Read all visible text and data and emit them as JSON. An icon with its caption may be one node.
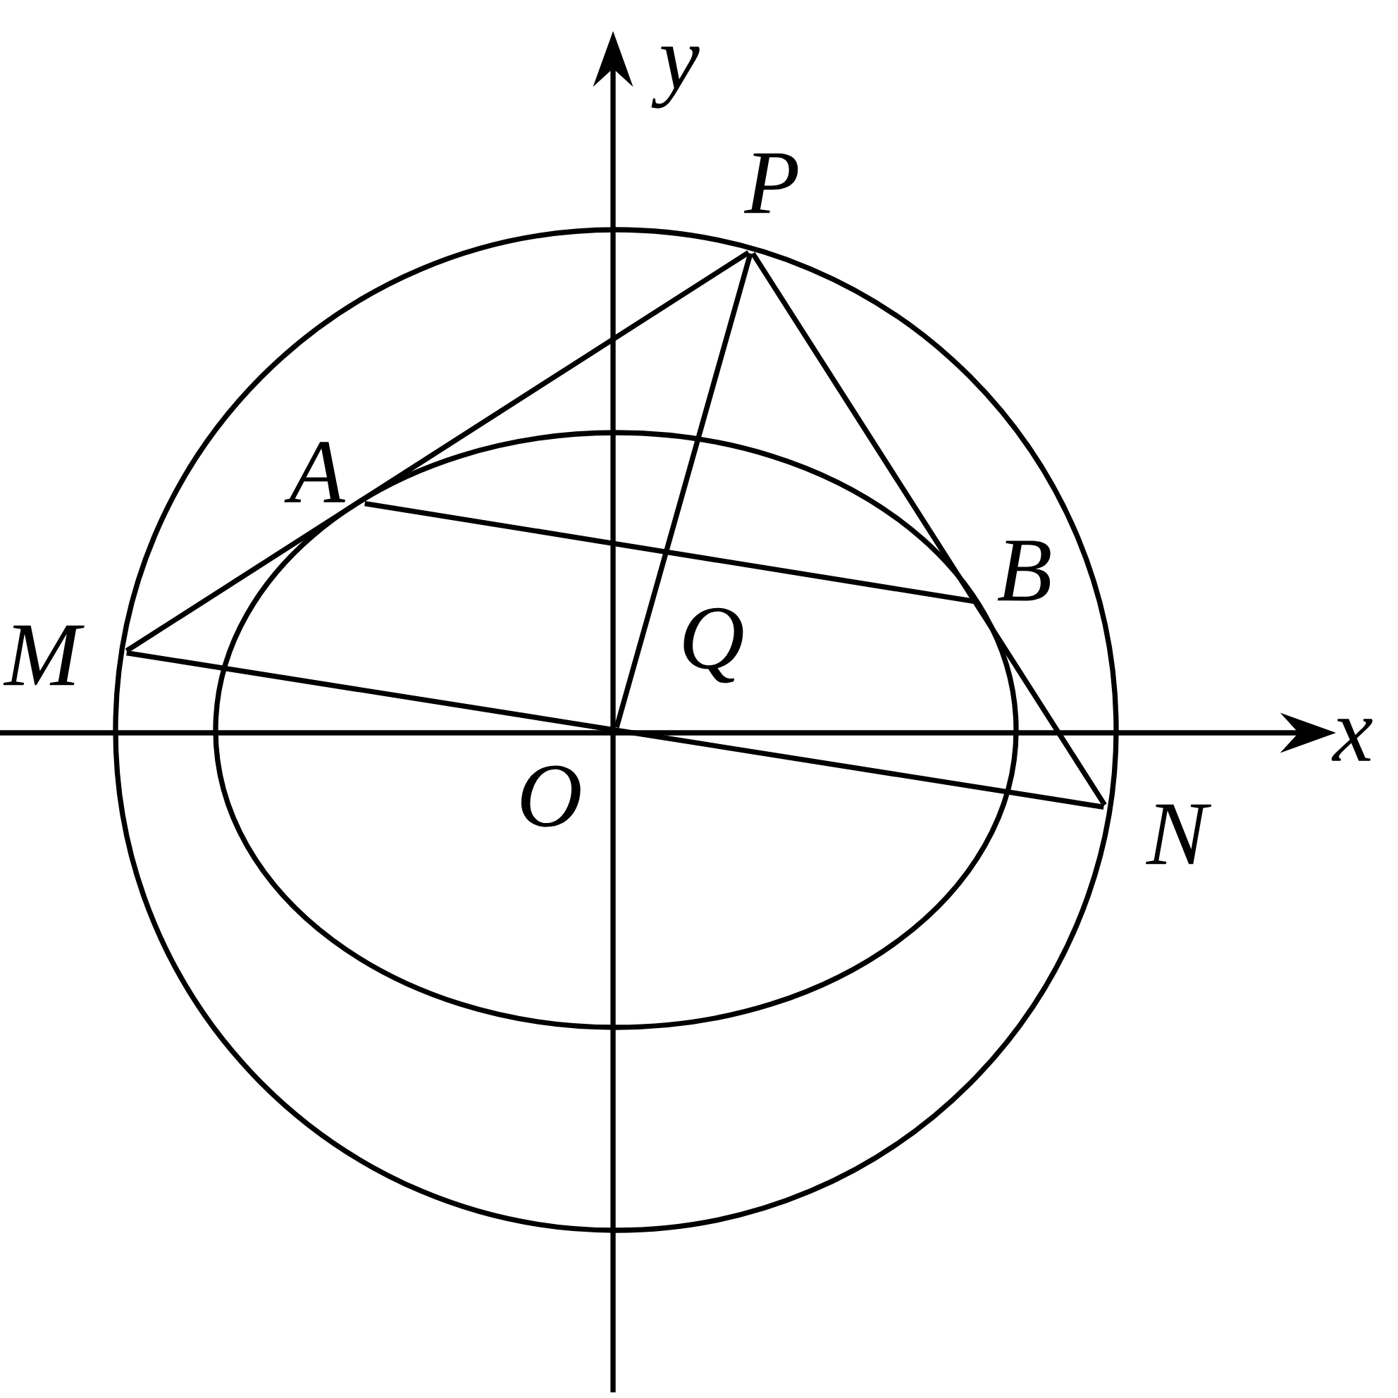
{
  "diagram": {
    "nodes": [
      {
        "text": [
          "P"
        ]
      },
      {
        "text": [
          "A"
        ]
      },
      {
        "text": [
          "B"
        ]
      },
      {
        "text": [
          "M"
        ]
      },
      {
        "text": [
          "Q"
        ]
      },
      {
        "text": [
          "O"
        ]
      },
      {
        "text": [
          "N"
        ]
      }
    ],
    "edges": [
      {
        "from": 0,
        "to": 3,
        "arrow": "none"
      },
      {
        "from": 0,
        "to": 6,
        "arrow": "none"
      },
      {
        "from": 1,
        "to": 2,
        "arrow": "none"
      },
      {
        "from": 3,
        "to": 6,
        "arrow": "none"
      },
      {
        "from": 0,
        "to": 5,
        "arrow": "none"
      }
    ],
    "labels": [
      "x",
      "y"
    ]
  }
}
